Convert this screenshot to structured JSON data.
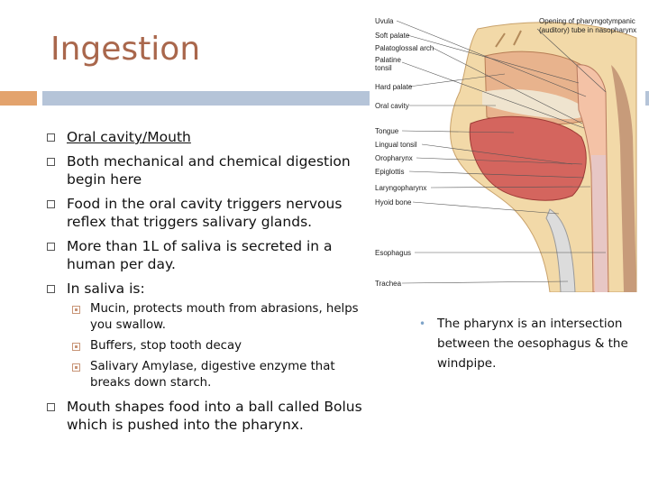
{
  "slide": {
    "title": "Ingestion",
    "bullets": [
      {
        "text": "Oral cavity/Mouth",
        "underline": true
      },
      {
        "text": "Both mechanical and chemical digestion begin here"
      },
      {
        "text": "Food in the oral cavity triggers nervous reflex that triggers salivary glands."
      },
      {
        "text": "More than 1L of saliva is secreted in a human per day."
      },
      {
        "text": "In saliva is:",
        "sub": [
          "Mucin, protects mouth from abrasions, helps you swallow.",
          "Buffers, stop tooth decay",
          "Salivary Amylase, digestive enzyme that breaks down starch."
        ]
      },
      {
        "text": "Mouth shapes food into a ball called Bolus which is pushed into the pharynx."
      }
    ],
    "note": "The pharynx is an intersection between the oesophagus & the windpipe."
  },
  "figure": {
    "labels_left": [
      "Uvula",
      "Soft palate",
      "Palatoglossal arch",
      "Palatine",
      "tonsil",
      "Hard palate",
      "Oral cavity",
      "Tongue",
      "Lingual tonsil",
      "Oropharynx",
      "Epiglottis",
      "Laryngopharynx",
      "Hyoid bone",
      "Esophagus",
      "Trachea"
    ],
    "label_right_1": "Opening of pharyngotympanic",
    "label_right_2": "(auditory) tube in nasopharynx"
  },
  "colors": {
    "title": "#a9674c",
    "bar_orange": "#e3a36d",
    "bar_blue": "#b5c4d8",
    "bullet_accent": "#c89577"
  }
}
